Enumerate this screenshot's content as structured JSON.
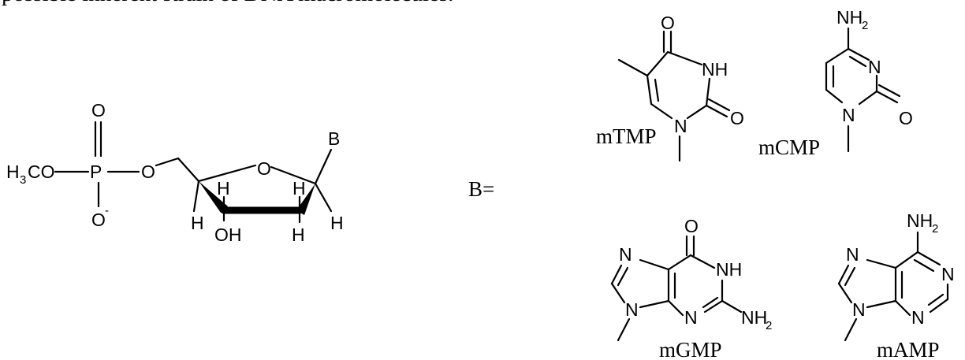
{
  "intro_text_fragment": "possible inherent strain of DNA macromolecules.",
  "backbone": {
    "methyl": {
      "main": "H",
      "sub": "3",
      "tail": "CO"
    },
    "phosphorus": "P",
    "carbonyl_o": "O",
    "ester_o": "O",
    "anion_o": "O",
    "charge": "-",
    "ring_o": "O",
    "base_label": "B",
    "hydrogen": "H",
    "hydroxyl": "OH"
  },
  "equation_label": "B=",
  "bases": [
    {
      "name": "mTMP",
      "oxygen": "O",
      "nh": "NH",
      "n": "N"
    },
    {
      "name": "mCMP",
      "amine": "NH",
      "amine_sub": "2",
      "n": "N",
      "oxygen": "O"
    },
    {
      "name": "mGMP",
      "oxygen": "O",
      "n": "N",
      "nh": "NH",
      "amine": "NH",
      "amine_sub": "2"
    },
    {
      "name": "mAMP",
      "amine": "NH",
      "amine_sub": "2",
      "n": "N"
    }
  ]
}
